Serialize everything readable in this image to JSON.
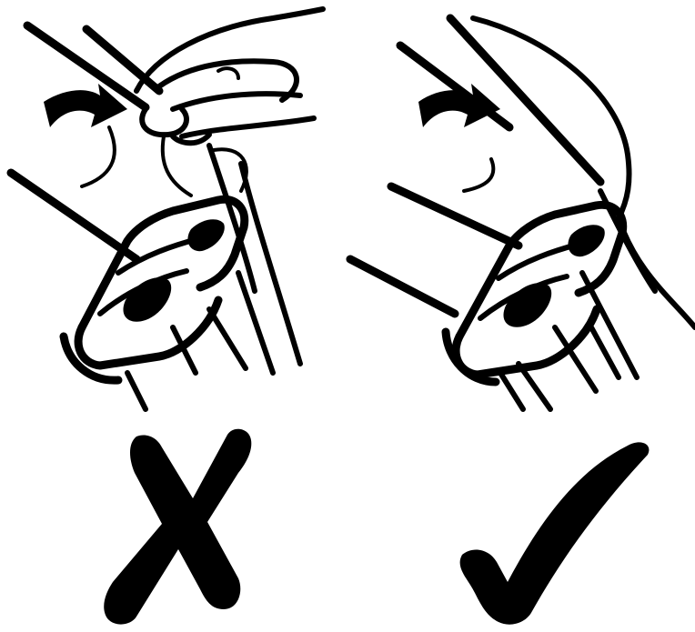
{
  "figure": {
    "panels": [
      {
        "id": "incorrect",
        "verdict": "incorrect",
        "mark_icon": "cross-mark-icon",
        "mark_color": "#000000"
      },
      {
        "id": "correct",
        "verdict": "correct",
        "mark_icon": "check-mark-icon",
        "mark_color": "#000000"
      }
    ],
    "background_color": "#ffffff",
    "line_color": "#000000"
  }
}
